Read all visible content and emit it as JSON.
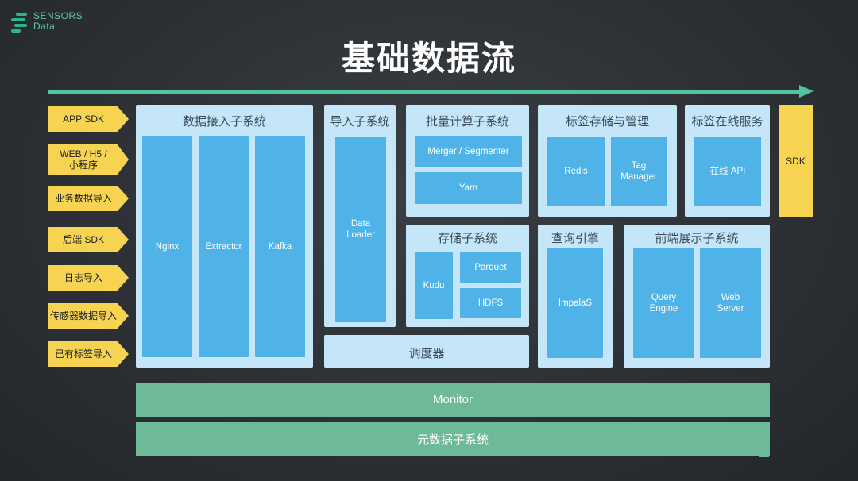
{
  "logo": {
    "line1": "SENSORS",
    "line2": "Data"
  },
  "title": "基础数据流",
  "sources": [
    "APP SDK",
    "WEB / H5 /\n小程序",
    "业务数据导入",
    "后端 SDK",
    "日志导入",
    "传感器数据导入",
    "已有标签导入"
  ],
  "ingest": {
    "title": "数据接入子系统",
    "blocks": [
      "Nginx",
      "Extractor",
      "Kafka"
    ]
  },
  "import": {
    "title": "导入子系统",
    "block": "Data\nLoader"
  },
  "batch": {
    "title": "批量计算子系统",
    "blocks": [
      "Merger / Segmenter",
      "Yarn"
    ]
  },
  "tagstore": {
    "title": "标签存储与管理",
    "blocks": [
      "Redis",
      "Tag\nManager"
    ]
  },
  "tagservice": {
    "title": "标签在线服务",
    "block": "在线 API"
  },
  "sdk_right": "SDK",
  "storage": {
    "title": "存储子系统",
    "blocks": [
      "Kudu",
      "Parquet",
      "HDFS"
    ]
  },
  "query": {
    "title": "查询引擎",
    "block": "ImpalaS"
  },
  "frontend": {
    "title": "前端展示子系统",
    "blocks": [
      "Query\nEngine",
      "Web\nServer"
    ]
  },
  "scheduler": "调度器",
  "monitor": "Monitor",
  "metadata": "元数据子系统",
  "colors": {
    "source": "#f6d452",
    "panel": "#c4e6f8",
    "block": "#4fb3e8",
    "bar": "#6db998",
    "arrow": "#4ec4a1"
  }
}
